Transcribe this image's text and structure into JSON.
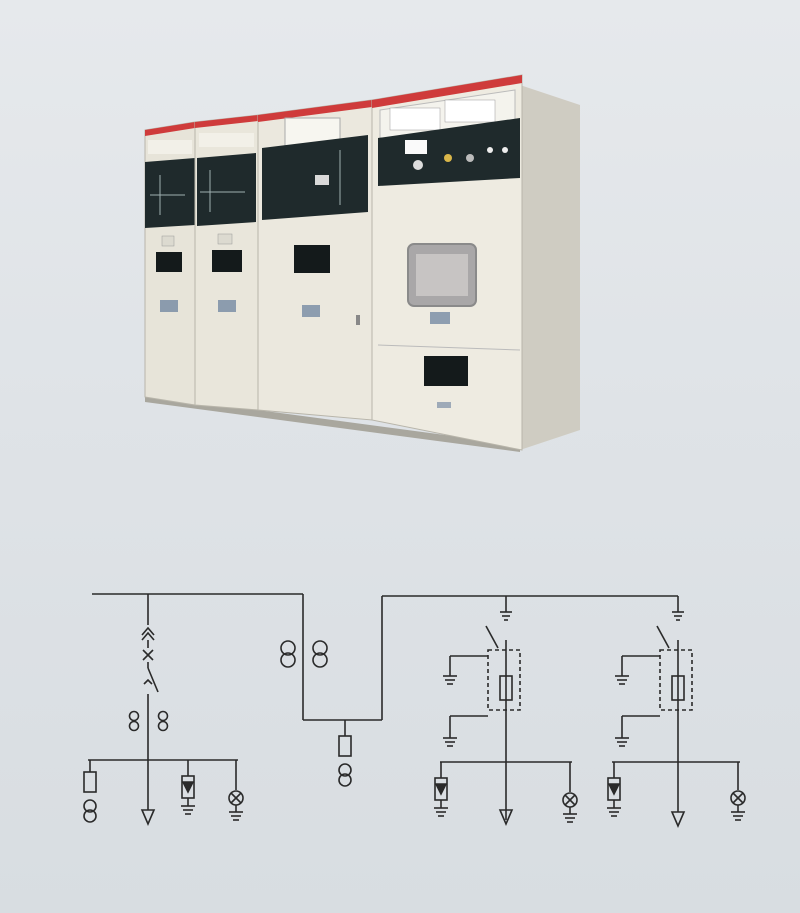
{
  "photo": {
    "subject": "switchgear-cabinets",
    "colors": {
      "panel": "#e6e3d8",
      "panel_shadow": "#c9c6bb",
      "top_strip": "#cf3b3b",
      "dark_panel": "#1f2a2c"
    }
  },
  "diagram": {
    "stroke_color": "#2a2a2a",
    "icons": [
      "busbar",
      "disconnector",
      "current-transformer",
      "fuse",
      "earth-switch",
      "surge-arrester",
      "indicator-lamp",
      "load-break-switch",
      "voltage-transformer"
    ]
  }
}
